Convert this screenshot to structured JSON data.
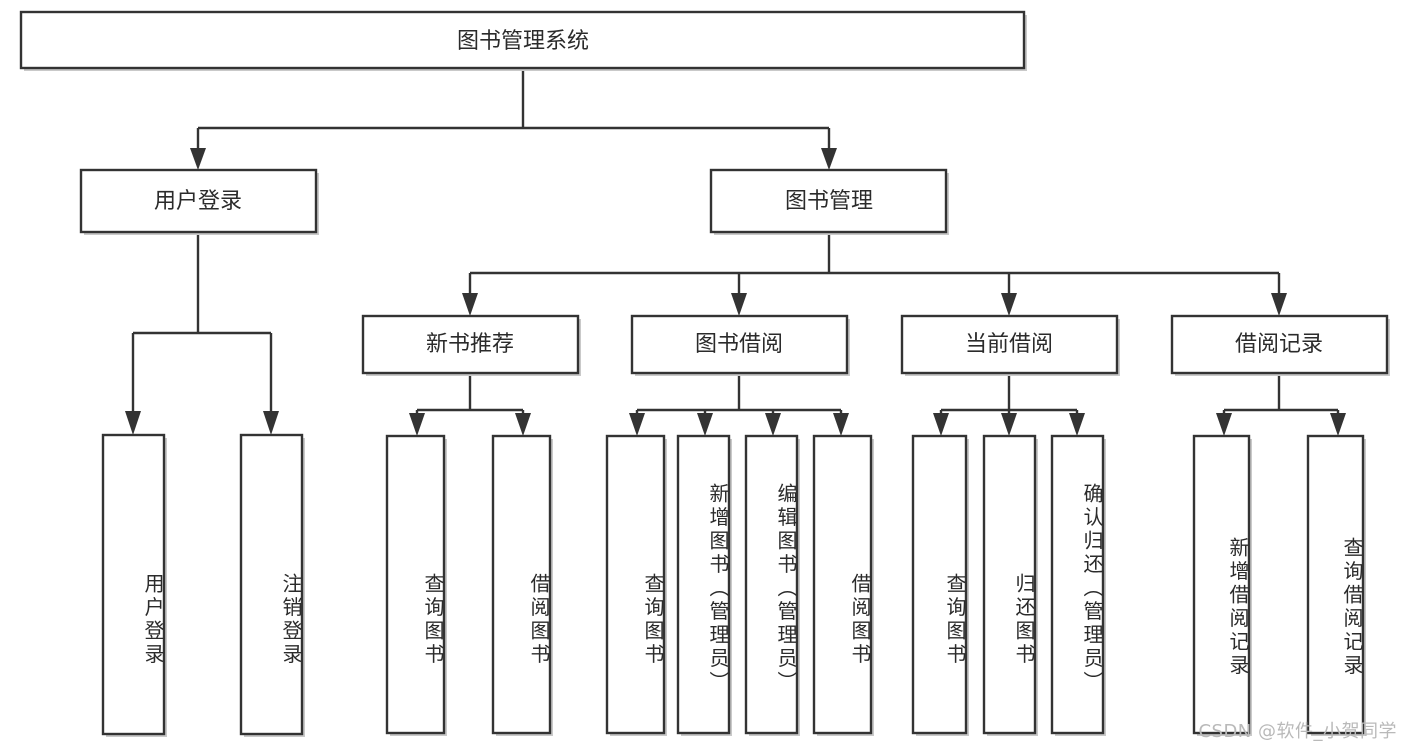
{
  "diagram": {
    "title": "图书管理系统",
    "type": "hierarchy-tree",
    "watermark": "CSDN @软件_小贺同学",
    "colors": {
      "stroke": "#333333",
      "fill": "#ffffff",
      "text": "#2b2b2b",
      "shadow": "#c9c9c9",
      "watermark": "#b9b9b9"
    },
    "root": {
      "label": "图书管理系统"
    },
    "level2": [
      {
        "label": "用户登录"
      },
      {
        "label": "图书管理"
      }
    ],
    "level3": [
      {
        "label": "新书推荐"
      },
      {
        "label": "图书借阅"
      },
      {
        "label": "当前借阅"
      },
      {
        "label": "借阅记录"
      }
    ],
    "leaves": {
      "user_login": [
        {
          "label": "用户登录"
        },
        {
          "label": "注销登录"
        }
      ],
      "new_book": [
        {
          "label": "查询图书"
        },
        {
          "label": "借阅图书"
        }
      ],
      "book_borrow": [
        {
          "label": "查询图书"
        },
        {
          "label": "新增图书（管理员）"
        },
        {
          "label": "编辑图书（管理员）"
        },
        {
          "label": "借阅图书"
        }
      ],
      "current_borrow": [
        {
          "label": "查询图书"
        },
        {
          "label": "归还图书"
        },
        {
          "label": "确认归还（管理员）"
        }
      ],
      "borrow_record": [
        {
          "label": "新增借阅记录"
        },
        {
          "label": "查询借阅记录"
        }
      ]
    }
  }
}
